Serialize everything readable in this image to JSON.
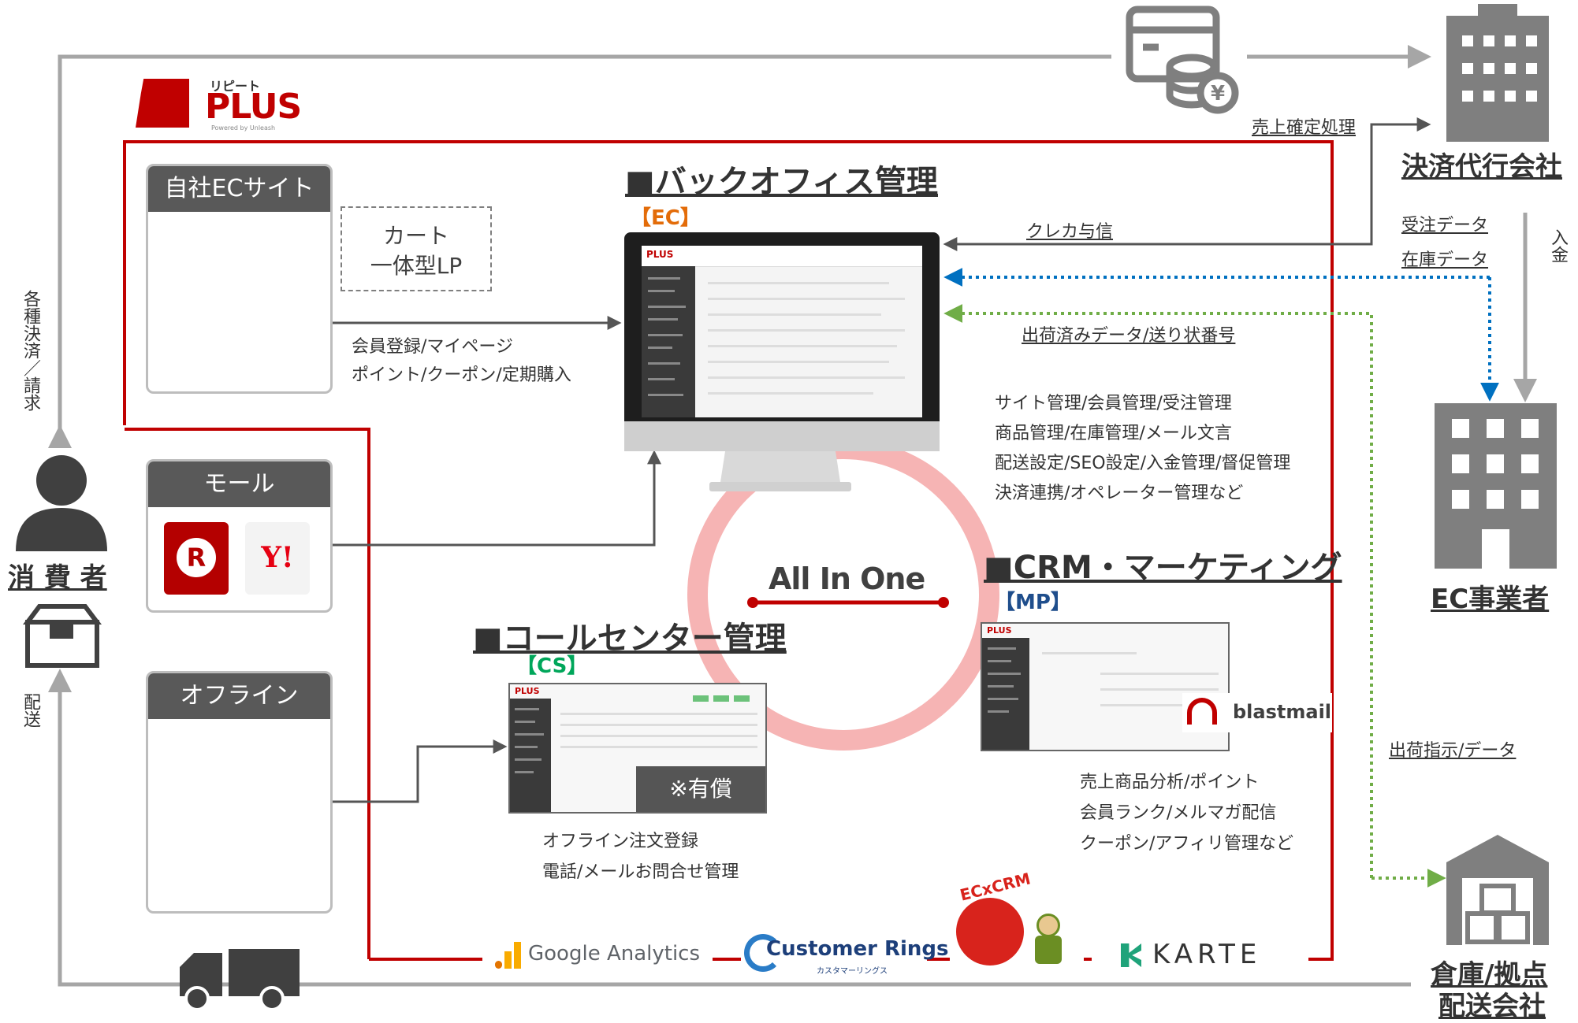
{
  "brand": {
    "logo_small": "リピート",
    "logo_main": "PLUS",
    "logo_tagline": "Powered by Unleash",
    "color_red": "#c00000"
  },
  "actors": {
    "consumer": "消 費 者",
    "payment_company": "決済代行会社",
    "ec_business": "EC事業者",
    "warehouse_line1": "倉庫/拠点",
    "warehouse_line2": "配送会社"
  },
  "channels": {
    "own_ec": {
      "title": "自社ECサイト",
      "cart_line1": "カート",
      "cart_line2": "一体型LP"
    },
    "mall": {
      "title": "モール",
      "rakuten_letter": "R",
      "yahoo_letter": "Y!"
    },
    "offline": {
      "title": "オフライン"
    }
  },
  "modules": {
    "backoffice": {
      "title": "■バックオフィス管理",
      "tag": "【EC】",
      "tag_color": "#e36c09",
      "features": [
        "サイト管理/会員管理/受注管理",
        "商品管理/在庫管理/メール文言",
        "配送設定/SEO設定/入金管理/督促管理",
        "決済連携/オペレーター管理など"
      ]
    },
    "callcenter": {
      "title": "■コールセンター管理",
      "tag": "【CS】",
      "tag_color": "#00a65a",
      "paid_label": "※有償",
      "features": [
        "オフライン注文登録",
        "電話/メールお問合せ管理"
      ]
    },
    "crm": {
      "title": "■CRM・マーケティング",
      "tag": "【MP】",
      "tag_color": "#1f4e8c",
      "partner": "blastmail",
      "features": [
        "売上商品分析/ポイント",
        "会員ランク/メルマガ配信",
        "クーポン/アフィリ管理など"
      ]
    },
    "all_in_one": "All In One"
  },
  "flows": {
    "ec_to_backoffice": [
      "会員登録/マイページ",
      "ポイント/クーポン/定期購入"
    ],
    "sales_confirm": "売上確定処理",
    "credit_auth": "クレカ与信",
    "order_data": "受注データ",
    "stock_data": "在庫データ",
    "shipped_data": "出荷済みデータ/送り状番号",
    "deposit": "入金",
    "ship_instruction": "出荷指示/データ",
    "billing": "各種決済／請求",
    "delivery": "配送"
  },
  "partners": {
    "google": "Google Analytics",
    "customer_rings": "Customer Rings",
    "customer_rings_sub": "カスタマーリングス",
    "karte": "KARTE",
    "eccrm": "ECxCRM"
  }
}
